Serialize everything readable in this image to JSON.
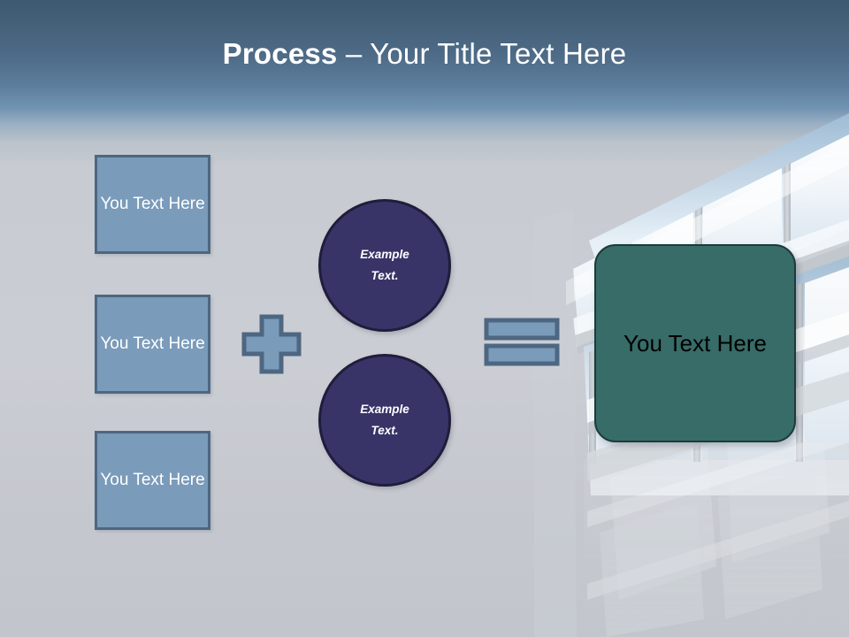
{
  "slide": {
    "title_bold": "Process",
    "title_rest": " – Your Title Text Here",
    "background_top_color": "#3d5871",
    "background_bottom_color": "#c7cbd1"
  },
  "inputs": {
    "box_fill_color": "#7a9bba",
    "box_border_color": "#4d6782",
    "items": [
      {
        "label": "You Text Here"
      },
      {
        "label": "You Text Here"
      },
      {
        "label": "You Text Here"
      }
    ]
  },
  "operators": {
    "plus": {
      "symbol": "plus-sign",
      "fill_color": "#7a9bba",
      "border_color": "#4d6782"
    },
    "equals": {
      "symbol": "equals-sign",
      "fill_color": "#7a9bba",
      "border_color": "#4d6782"
    }
  },
  "circles": {
    "fill_color": "#383468",
    "border_color": "#201d3c",
    "items": [
      {
        "line1": "Example",
        "line2": "Text."
      },
      {
        "line1": "Example",
        "line2": "Text."
      }
    ]
  },
  "result": {
    "label": "You Text Here",
    "fill_color": "#376c68",
    "border_color": "#1d3b39"
  }
}
